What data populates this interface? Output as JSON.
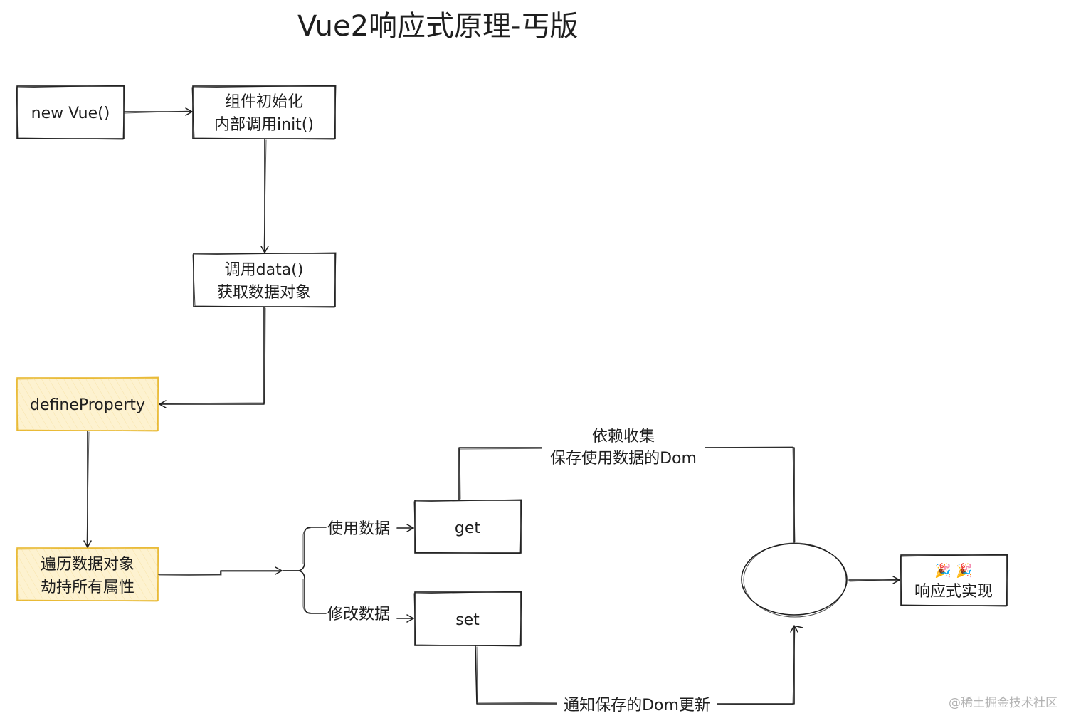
{
  "title": "Vue2响应式原理-丐版",
  "nodes": {
    "new_vue": "new Vue()",
    "component_init": [
      "组件初始化",
      "内部调用init()"
    ],
    "call_data": [
      "调用data()",
      "获取数据对象"
    ],
    "define_property": "defineProperty",
    "traverse": [
      "遍历数据对象",
      "劫持所有属性"
    ],
    "get": "get",
    "set": "set",
    "reactive": {
      "emoji": "🎉 🎉",
      "label": "响应式实现"
    }
  },
  "edges": {
    "use_data": "使用数据",
    "modify_data": "修改数据",
    "dep_collect": [
      "依赖收集",
      "保存使用数据的Dom"
    ],
    "notify": "通知保存的Dom更新"
  },
  "watermark": "@稀土掘金技术社区",
  "colors": {
    "stroke": "#1e1e1e",
    "highlight_fill": "#fdf2d0",
    "highlight_stroke": "#e8b830",
    "watermark": "#b3b3b3"
  }
}
